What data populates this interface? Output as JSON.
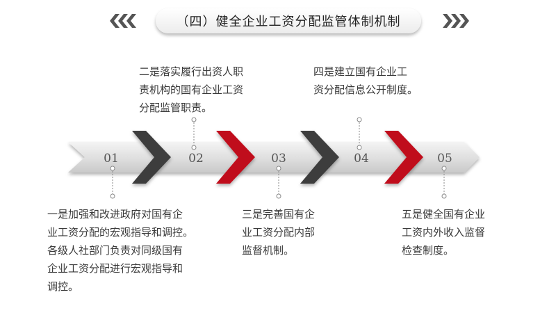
{
  "header": {
    "title": "（四）健全企业工资分配监管体制机制"
  },
  "steps": [
    {
      "number": "01",
      "text_lines": [
        "一是加强和改进政府对国有企",
        "业工资分配的宏观指导和调控。",
        "各级人社部门负责对同级国有",
        "企业工资分配进行宏观指导和",
        "调控。"
      ]
    },
    {
      "number": "02",
      "text_lines": [
        "二是落实履行出资人职",
        "责机构的国有企业工资",
        "分配监管职责。"
      ]
    },
    {
      "number": "03",
      "text_lines": [
        "三是完善国有企",
        "业工资分配内部",
        "监督机制。"
      ]
    },
    {
      "number": "04",
      "text_lines": [
        "四是建立国有企业工",
        "资分配信息公开制度。"
      ]
    },
    {
      "number": "05",
      "text_lines": [
        "五是健全国有企业",
        "工资内外收入监督",
        "检查制度。"
      ]
    }
  ],
  "colors": {
    "dark_chevron": "#3d3d3d",
    "red_chevron": "#c0111b",
    "band": "#e6e6e6",
    "connector": "#888888"
  },
  "icons": {
    "left_decoration": "triple-chevron-left-icon",
    "right_decoration": "triple-chevron-right-icon"
  }
}
